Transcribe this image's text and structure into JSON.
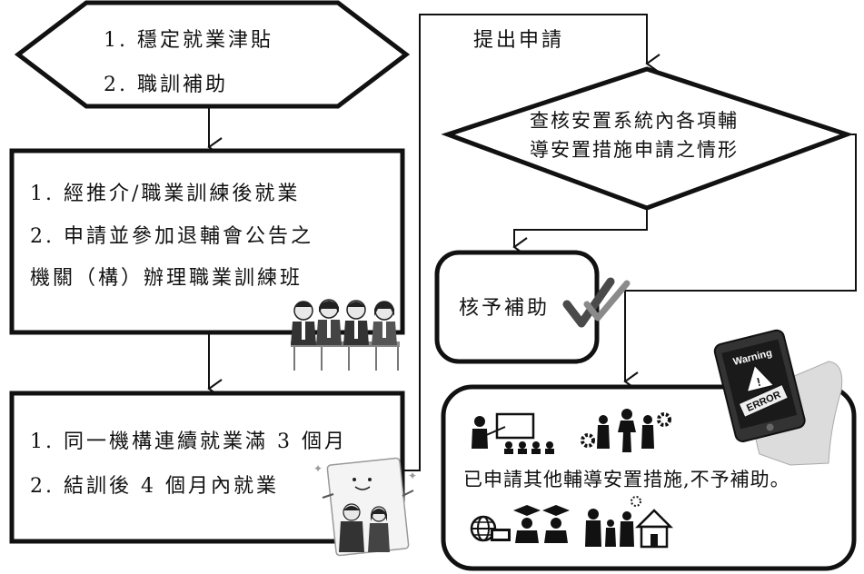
{
  "start": {
    "line1": "1. 穩定就業津貼",
    "line2": "2. 職訓補助"
  },
  "conditions_box": {
    "line1": "1. 經推介/職業訓練後就業",
    "line2": "2. 申請並參加退輔會公告之",
    "line3": "機關（構）辦理職業訓練班"
  },
  "employment_box": {
    "line1": "1. 同一機構連續就業滿 3 個月",
    "line2": "2. 結訓後 4 個月內就業"
  },
  "submit_label": "提出申請",
  "decision": {
    "line1": "查核安置系統內各項輔",
    "line2": "導安置措施申請之情形"
  },
  "approve": {
    "label": "核予補助"
  },
  "reject": {
    "label": "已申請其他輔導安置措施,不予補助。"
  },
  "phone_sign": {
    "warning": "Warning",
    "error": "ERROR"
  },
  "icons": [
    "seated-group-icon",
    "graduates-celebrating-icon",
    "checkmark-icon",
    "presentation-icon",
    "team-gears-icon",
    "globe-graduates-icon",
    "family-house-icon",
    "warning-phone-icon"
  ],
  "colors": {
    "stroke": "#111111",
    "check": "#5a5a5a",
    "background": "#ffffff"
  }
}
